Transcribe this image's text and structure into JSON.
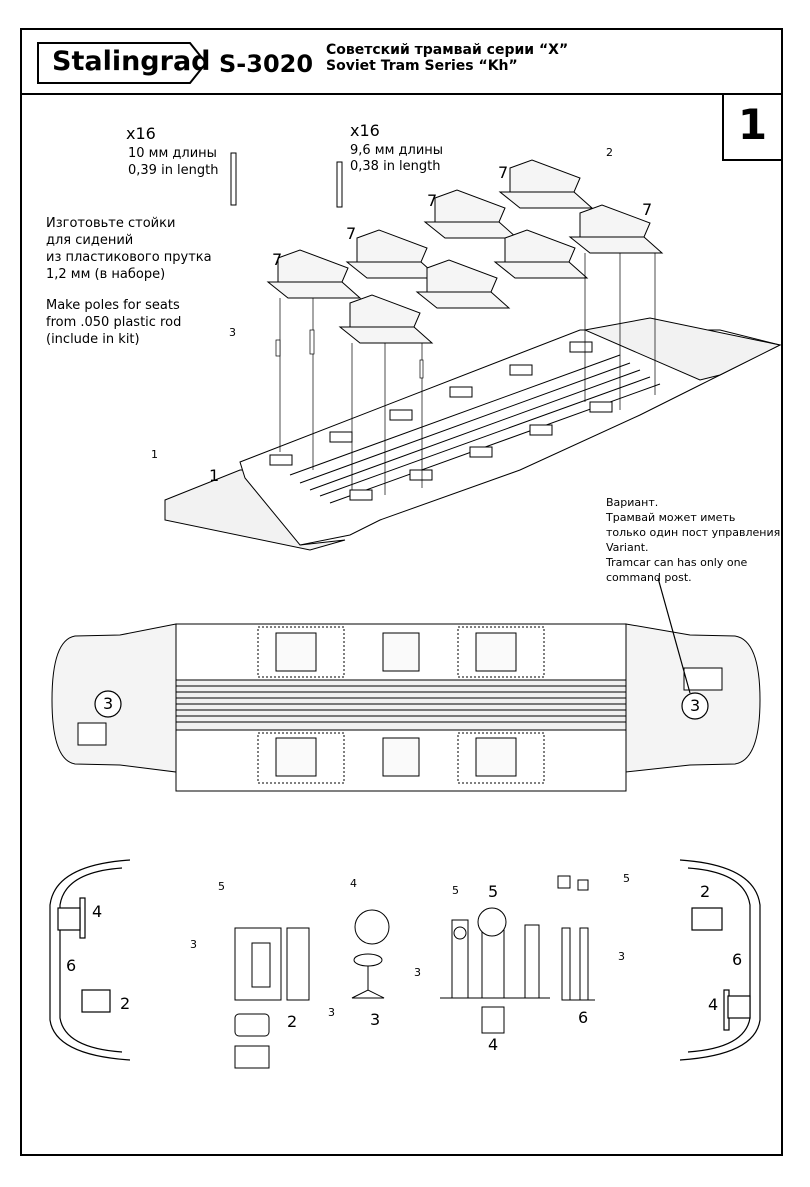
{
  "header": {
    "brand": "Stalingrad",
    "code": "S-3020",
    "title_ru": "Советский трамвай серии “Х”",
    "title_en": "Soviet Tram Series “Kh”"
  },
  "step_number": "1",
  "poles": {
    "left": {
      "count": "x16",
      "ru": "10 мм длины",
      "en": "0,39 in length"
    },
    "right": {
      "count": "x16",
      "ru": "9,6 мм длины",
      "en": "0,38 in length"
    }
  },
  "note_ru": [
    "Изготовьте стойки",
    "для сидений",
    "из пластикового прутка",
    "1,2 мм (в наборе)"
  ],
  "note_en": [
    "Make poles for seats",
    "from .050 plastic rod",
    "(include in kit)"
  ],
  "variant_note": [
    "Вариант.",
    "Трамвай может иметь",
    "только один пост управления",
    "Variant.",
    "Tramcar can has only one",
    "command post."
  ],
  "part_labels": {
    "seat": "7",
    "floor": "1",
    "pole": "3",
    "seat_part": "2",
    "floor_part": "1",
    "cabin_control": "3",
    "console": "2",
    "stool": "3",
    "pedestal": "4",
    "wheel": "5",
    "lever": "6"
  },
  "callouts": [
    "1",
    "2",
    "3",
    "4",
    "5",
    "6"
  ]
}
